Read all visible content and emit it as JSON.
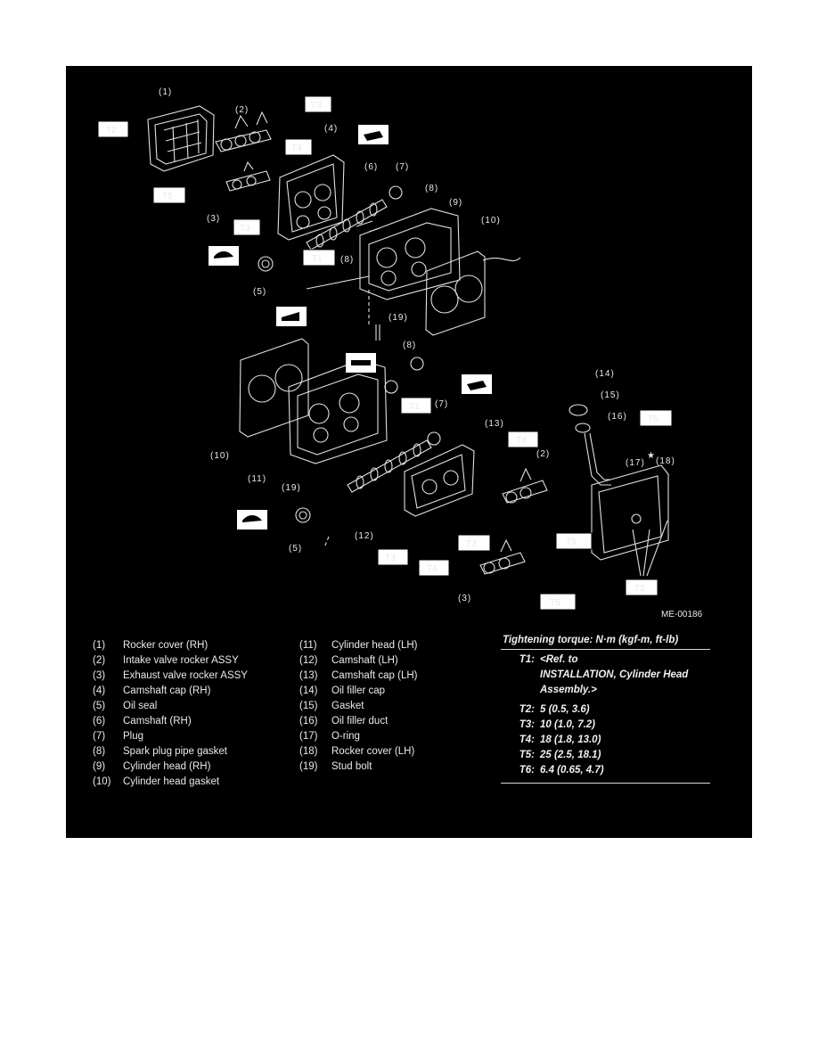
{
  "figure_id": "ME-00186",
  "callouts": [
    "(1)",
    "(2)",
    "(3)",
    "(4)",
    "(5)",
    "(6)",
    "(7)",
    "(8)",
    "(9)",
    "(10)",
    "(11)",
    "(12)",
    "(13)",
    "(14)",
    "(15)",
    "(16)",
    "(17)",
    "(18)",
    "(19)"
  ],
  "torque_boxes": [
    "T1",
    "T2",
    "T3",
    "T4",
    "T5",
    "T6"
  ],
  "star": "★",
  "legend_left": [
    {
      "num": "(1)",
      "name": "Rocker cover (RH)"
    },
    {
      "num": "(2)",
      "name": "Intake valve rocker ASSY"
    },
    {
      "num": "(3)",
      "name": "Exhaust valve rocker ASSY"
    },
    {
      "num": "(4)",
      "name": "Camshaft cap (RH)"
    },
    {
      "num": "(5)",
      "name": "Oil seal"
    },
    {
      "num": "(6)",
      "name": "Camshaft (RH)"
    },
    {
      "num": "(7)",
      "name": "Plug"
    },
    {
      "num": "(8)",
      "name": "Spark plug pipe gasket"
    },
    {
      "num": "(9)",
      "name": "Cylinder head (RH)"
    },
    {
      "num": "(10)",
      "name": "Cylinder head gasket"
    }
  ],
  "legend_mid": [
    {
      "num": "(11)",
      "name": "Cylinder head (LH)"
    },
    {
      "num": "(12)",
      "name": "Camshaft (LH)"
    },
    {
      "num": "(13)",
      "name": "Camshaft cap (LH)"
    },
    {
      "num": "(14)",
      "name": "Oil filler cap"
    },
    {
      "num": "(15)",
      "name": "Gasket"
    },
    {
      "num": "(16)",
      "name": "Oil filler duct"
    },
    {
      "num": "(17)",
      "name": "O-ring"
    },
    {
      "num": "(18)",
      "name": "Rocker cover (LH)"
    },
    {
      "num": "(19)",
      "name": "Stud bolt"
    }
  ],
  "torque": {
    "title": "Tightening torque: N·m (kgf-m, ft-lb)",
    "t1_key": "T1:",
    "t1_lines": [
      "<Ref. to",
      "INSTALLATION, Cylinder Head",
      "Assembly.>"
    ],
    "rows": [
      {
        "key": "T2:",
        "value": "5 (0.5, 3.6)"
      },
      {
        "key": "T3:",
        "value": "10 (1.0, 7.2)"
      },
      {
        "key": "T4:",
        "value": "18 (1.8, 13.0)"
      },
      {
        "key": "T5:",
        "value": "25 (2.5, 18.1)"
      },
      {
        "key": "T6:",
        "value": "6.4 (0.65, 4.7)"
      }
    ]
  },
  "colors": {
    "panel": "#000000",
    "line": "#e8e8e8",
    "box": "#ffffff"
  }
}
